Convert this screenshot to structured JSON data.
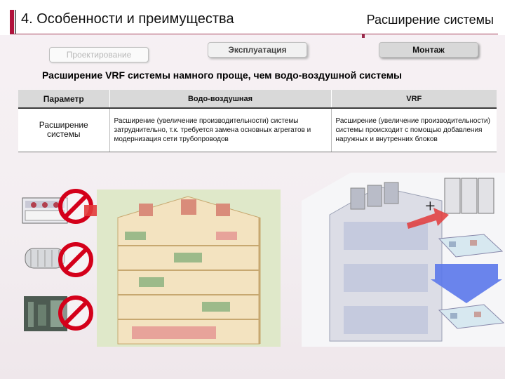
{
  "header": {
    "title": "4. Особенности и преимущества",
    "section": "Расширение системы"
  },
  "tabs": {
    "design": "Проектирование",
    "operation": "Эксплуатация",
    "mounting": "Монтаж"
  },
  "subtitle": "Расширение VRF системы намного проще, чем водо-воздушной системы",
  "table": {
    "headers": [
      "Параметр",
      "Водо-воздушная",
      "VRF"
    ],
    "row": {
      "param": "Расширение системы",
      "water_air": "Расширение (увеличение производительности) системы затруднительно, т.к. требуется замена основных агрегатов и модернизация сети трубопроводов",
      "vrf": "Расширение (увеличение производительности) системы происходит с помощью добавления наружных и внутренних блоков"
    }
  },
  "diagram": {
    "plus_sign": "+"
  },
  "colors": {
    "accent": "#b0123b",
    "no_sign": "#d4001a",
    "arrow_red": "#e23a3a",
    "arrow_blue": "#4f6be0"
  }
}
